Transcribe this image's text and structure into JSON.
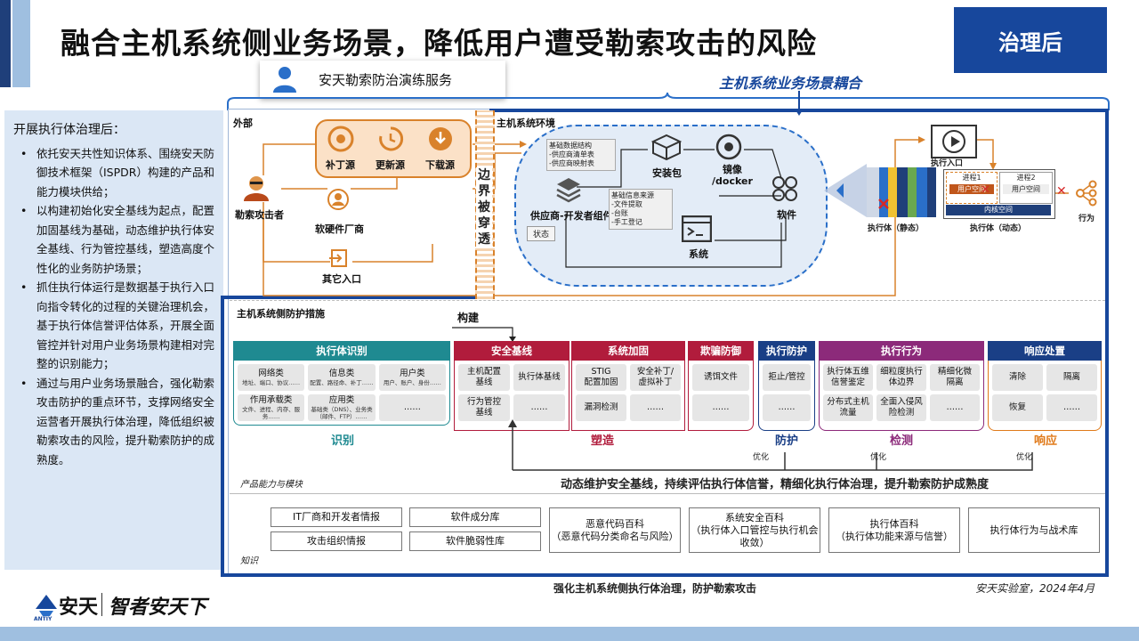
{
  "header": {
    "title": "融合主机系统侧业务场景，降低用户遭受勒索攻击的风险",
    "tag": "治理后",
    "service_label": "安天勒索防治演练服务",
    "coupling_label": "主机系统业务场景耦合"
  },
  "left_panel": {
    "heading": "开展执行体治理后：",
    "bullets": [
      "依托安天共性知识体系、围绕安天防御技术框架（ISPDR）构建的产品和能力模块供给；",
      "以构建初始化安全基线为起点，配置加固基线为基础，动态维护执行体安全基线、行为管控基线，塑造高度个性化的业务防护场景；",
      "抓住执行体运行是数据基于执行入口向指令转化的过程的关键治理机会，基于执行体信誉评估体系，开展全面管控并针对用户业务场景构建相对完整的识别能力；",
      "通过与用户业务场景融合，强化勒索攻击防护的重点环节，支撑网络安全运营者开展执行体治理，降低组织被勒索攻击的风险，提升勒索防护的成熟度。"
    ]
  },
  "diagram": {
    "outside_label": "外部",
    "host_env_label": "主机系统环境",
    "attacker": "勒索攻击者",
    "sources": [
      "补丁源",
      "更新源",
      "下载源"
    ],
    "vendor": "软硬件厂商",
    "other_entry": "其它入口",
    "border_text": "边界被穿透",
    "supply_chain": "供应商-开发者组件",
    "supply_notes": [
      "基础数据结构",
      "-供应商清单表",
      "-供应商映射表"
    ],
    "base_info": [
      "基础信息来源",
      "-文件提取",
      "-台账",
      "-手工登记"
    ],
    "status": "状态",
    "package": "安装包",
    "image": "镜像\n/docker",
    "software": "软件",
    "system": "系统",
    "exec_static": "执行体（静态）",
    "exec_entry": "执行入口",
    "process1": "进程1",
    "process2": "进程2",
    "user_space": "用户空间",
    "kernel_space": "内核空间",
    "exec_dynamic": "执行体（动态）",
    "behavior": "行为"
  },
  "protection": {
    "title": "主机系统侧防护措施",
    "build_label": "构建",
    "categories": [
      {
        "name": "执行体识别",
        "color": "#1f8a91",
        "cells": [
          {
            "main": "网络类",
            "sub": "地址、端口、协议……"
          },
          {
            "main": "信息类",
            "sub": "配置、路径命、补丁……"
          },
          {
            "main": "用户类",
            "sub": "用户、账户、身份……"
          },
          {
            "main": "作用承载类",
            "sub": "文件、进程、内存、服务……"
          },
          {
            "main": "应用类",
            "sub": "基础类（DNS）、业务类（邮件、FTP）……"
          },
          {
            "main": "……",
            "sub": ""
          }
        ]
      },
      {
        "name": "安全基线",
        "color": "#b11c3c",
        "cells": [
          {
            "main": "主机配置\n基线",
            "sub": ""
          },
          {
            "main": "执行体基线",
            "sub": ""
          },
          {
            "main": "行为管控\n基线",
            "sub": ""
          },
          {
            "main": "……",
            "sub": ""
          }
        ]
      },
      {
        "name": "系统加固",
        "color": "#b11c3c",
        "cells": [
          {
            "main": "STIG\n配置加固",
            "sub": ""
          },
          {
            "main": "安全补丁/\n虚拟补丁",
            "sub": ""
          },
          {
            "main": "漏洞检测",
            "sub": ""
          },
          {
            "main": "……",
            "sub": ""
          }
        ]
      },
      {
        "name": "欺骗防御",
        "color": "#b11c3c",
        "cells": [
          {
            "main": "诱饵文件",
            "sub": ""
          },
          {
            "main": "……",
            "sub": ""
          }
        ]
      },
      {
        "name": "执行防护",
        "color": "#1a3f86",
        "cells": [
          {
            "main": "拒止/管控",
            "sub": ""
          },
          {
            "main": "……",
            "sub": ""
          }
        ]
      },
      {
        "name": "执行行为",
        "color": "#8c2a7a",
        "cells": [
          {
            "main": "执行体五维\n信誉鉴定",
            "sub": ""
          },
          {
            "main": "细粒度执行\n体边界",
            "sub": ""
          },
          {
            "main": "精细化微\n隔离",
            "sub": ""
          },
          {
            "main": "分布式主机\n流量",
            "sub": ""
          },
          {
            "main": "全面入侵风\n险检测",
            "sub": ""
          },
          {
            "main": "……",
            "sub": ""
          }
        ]
      },
      {
        "name": "响应处置",
        "color": "#1a3f86",
        "cells": [
          {
            "main": "清除",
            "sub": ""
          },
          {
            "main": "隔离",
            "sub": ""
          },
          {
            "main": "恢复",
            "sub": ""
          },
          {
            "main": "……",
            "sub": ""
          }
        ]
      }
    ],
    "stages": [
      {
        "name": "识别",
        "color": "#1f8a91"
      },
      {
        "name": "塑造",
        "color": "#b11c3c"
      },
      {
        "name": "防护",
        "color": "#1a3f86"
      },
      {
        "name": "检测",
        "color": "#8c2a7a"
      },
      {
        "name": "响应",
        "color": "#e07a1a"
      }
    ],
    "optimize": "优化",
    "product_label": "产品能力与模块",
    "slogan": "动态维护安全基线，持续评估执行体信誉，精细化执行体治理，提升勒索防护成熟度",
    "knowledge_label": "知识",
    "knowledge": [
      [
        "IT厂商和开发者情报",
        "攻击组织情报"
      ],
      [
        "软件成分库",
        "软件脆弱性库"
      ],
      [
        "恶意代码百科\n（恶意代码分类命名与风险）"
      ],
      [
        "系统安全百科\n（执行体入口管控与执行机会收敛）"
      ],
      [
        "执行体百科\n（执行体功能来源与信誉）"
      ],
      [
        "执行体行为与战术库"
      ]
    ]
  },
  "footer": {
    "caption": "强化主机系统侧执行体治理，防护勒索攻击",
    "credit": "安天实验室，2024年4月",
    "logo_text": "安天",
    "logo_sub": "ANTIY",
    "slogan_logo": "智者安天下"
  }
}
